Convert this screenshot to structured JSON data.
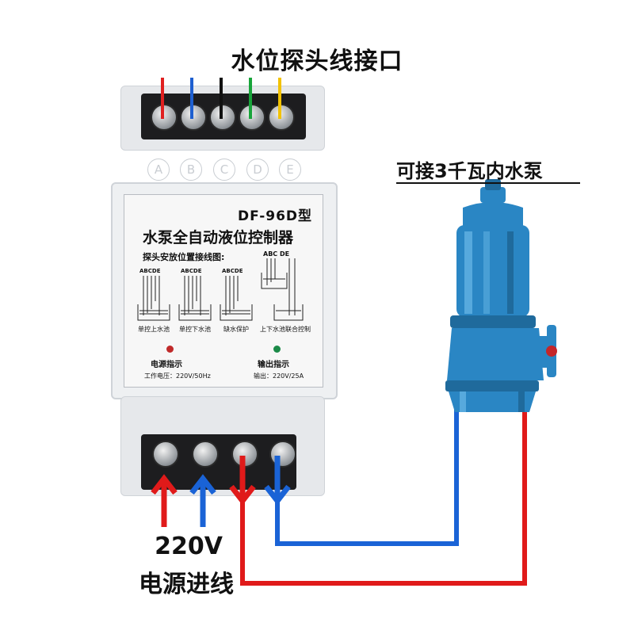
{
  "title": "水位探头线接口",
  "pump_label": "可接3千瓦内水泵",
  "voltage": "220V",
  "power_in_label": "电源进线",
  "device": {
    "model": "DF-96D型",
    "name": "水泵全自动液位控制器",
    "install_title": "探头安放位置接线图:",
    "terminal_letters": [
      "A",
      "B",
      "C",
      "D",
      "E"
    ],
    "diagram_headers": [
      "ABCDE",
      "ABCDE",
      "ABCDE",
      "ABC  DE"
    ],
    "diagram_labels": [
      "单控上水池",
      "单控下水池",
      "缺水保护",
      "上下水池联合控制"
    ],
    "power_indicator": "电源指示",
    "output_indicator": "输出指示",
    "work_voltage": "工作电压：220V/50Hz",
    "output_spec": "输出：220V/25A"
  },
  "colors": {
    "probe_wires": [
      "#e02020",
      "#1e5fd0",
      "#111111",
      "#18a43a",
      "#f2c200"
    ],
    "red": "#e01a1a",
    "blue": "#1a63d6",
    "pump_body": "#2a86c4"
  }
}
